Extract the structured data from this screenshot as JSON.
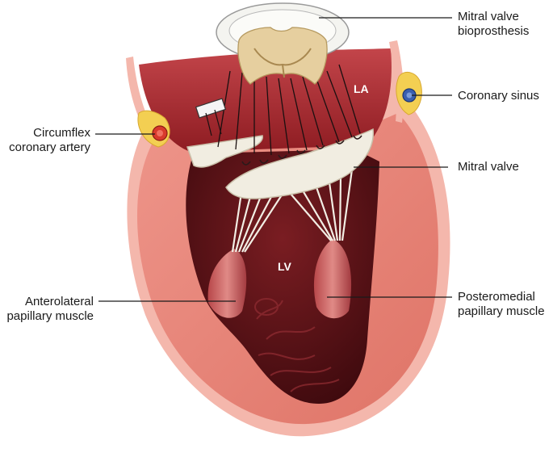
{
  "labels": {
    "mitral_valve_bioprosthesis": [
      "Mitral valve",
      "bioprosthesis"
    ],
    "coronary_sinus": "Coronary sinus",
    "circumflex_coronary_artery": [
      "Circumflex",
      "coronary artery"
    ],
    "mitral_valve": "Mitral valve",
    "anterolateral_papillary_muscle": [
      "Anterolateral",
      "papillary muscle"
    ],
    "posteromedial_papillary_muscle": [
      "Posteromedial",
      "papillary muscle"
    ],
    "la": "LA",
    "lv": "LV"
  },
  "colors": {
    "myocardium": "#e7857a",
    "myocardium_light": "#f3b1a6",
    "cavity_dark": "#5a0f14",
    "atrium": "#a8282d",
    "chordae": "#f2eee4",
    "prosthesis_ring": "#f4f4f0",
    "prosthesis_leaflet": "#e3cda0",
    "fat": "#f3cf52",
    "artery": "#d83a2c",
    "sinus": "#3a5fb0"
  }
}
